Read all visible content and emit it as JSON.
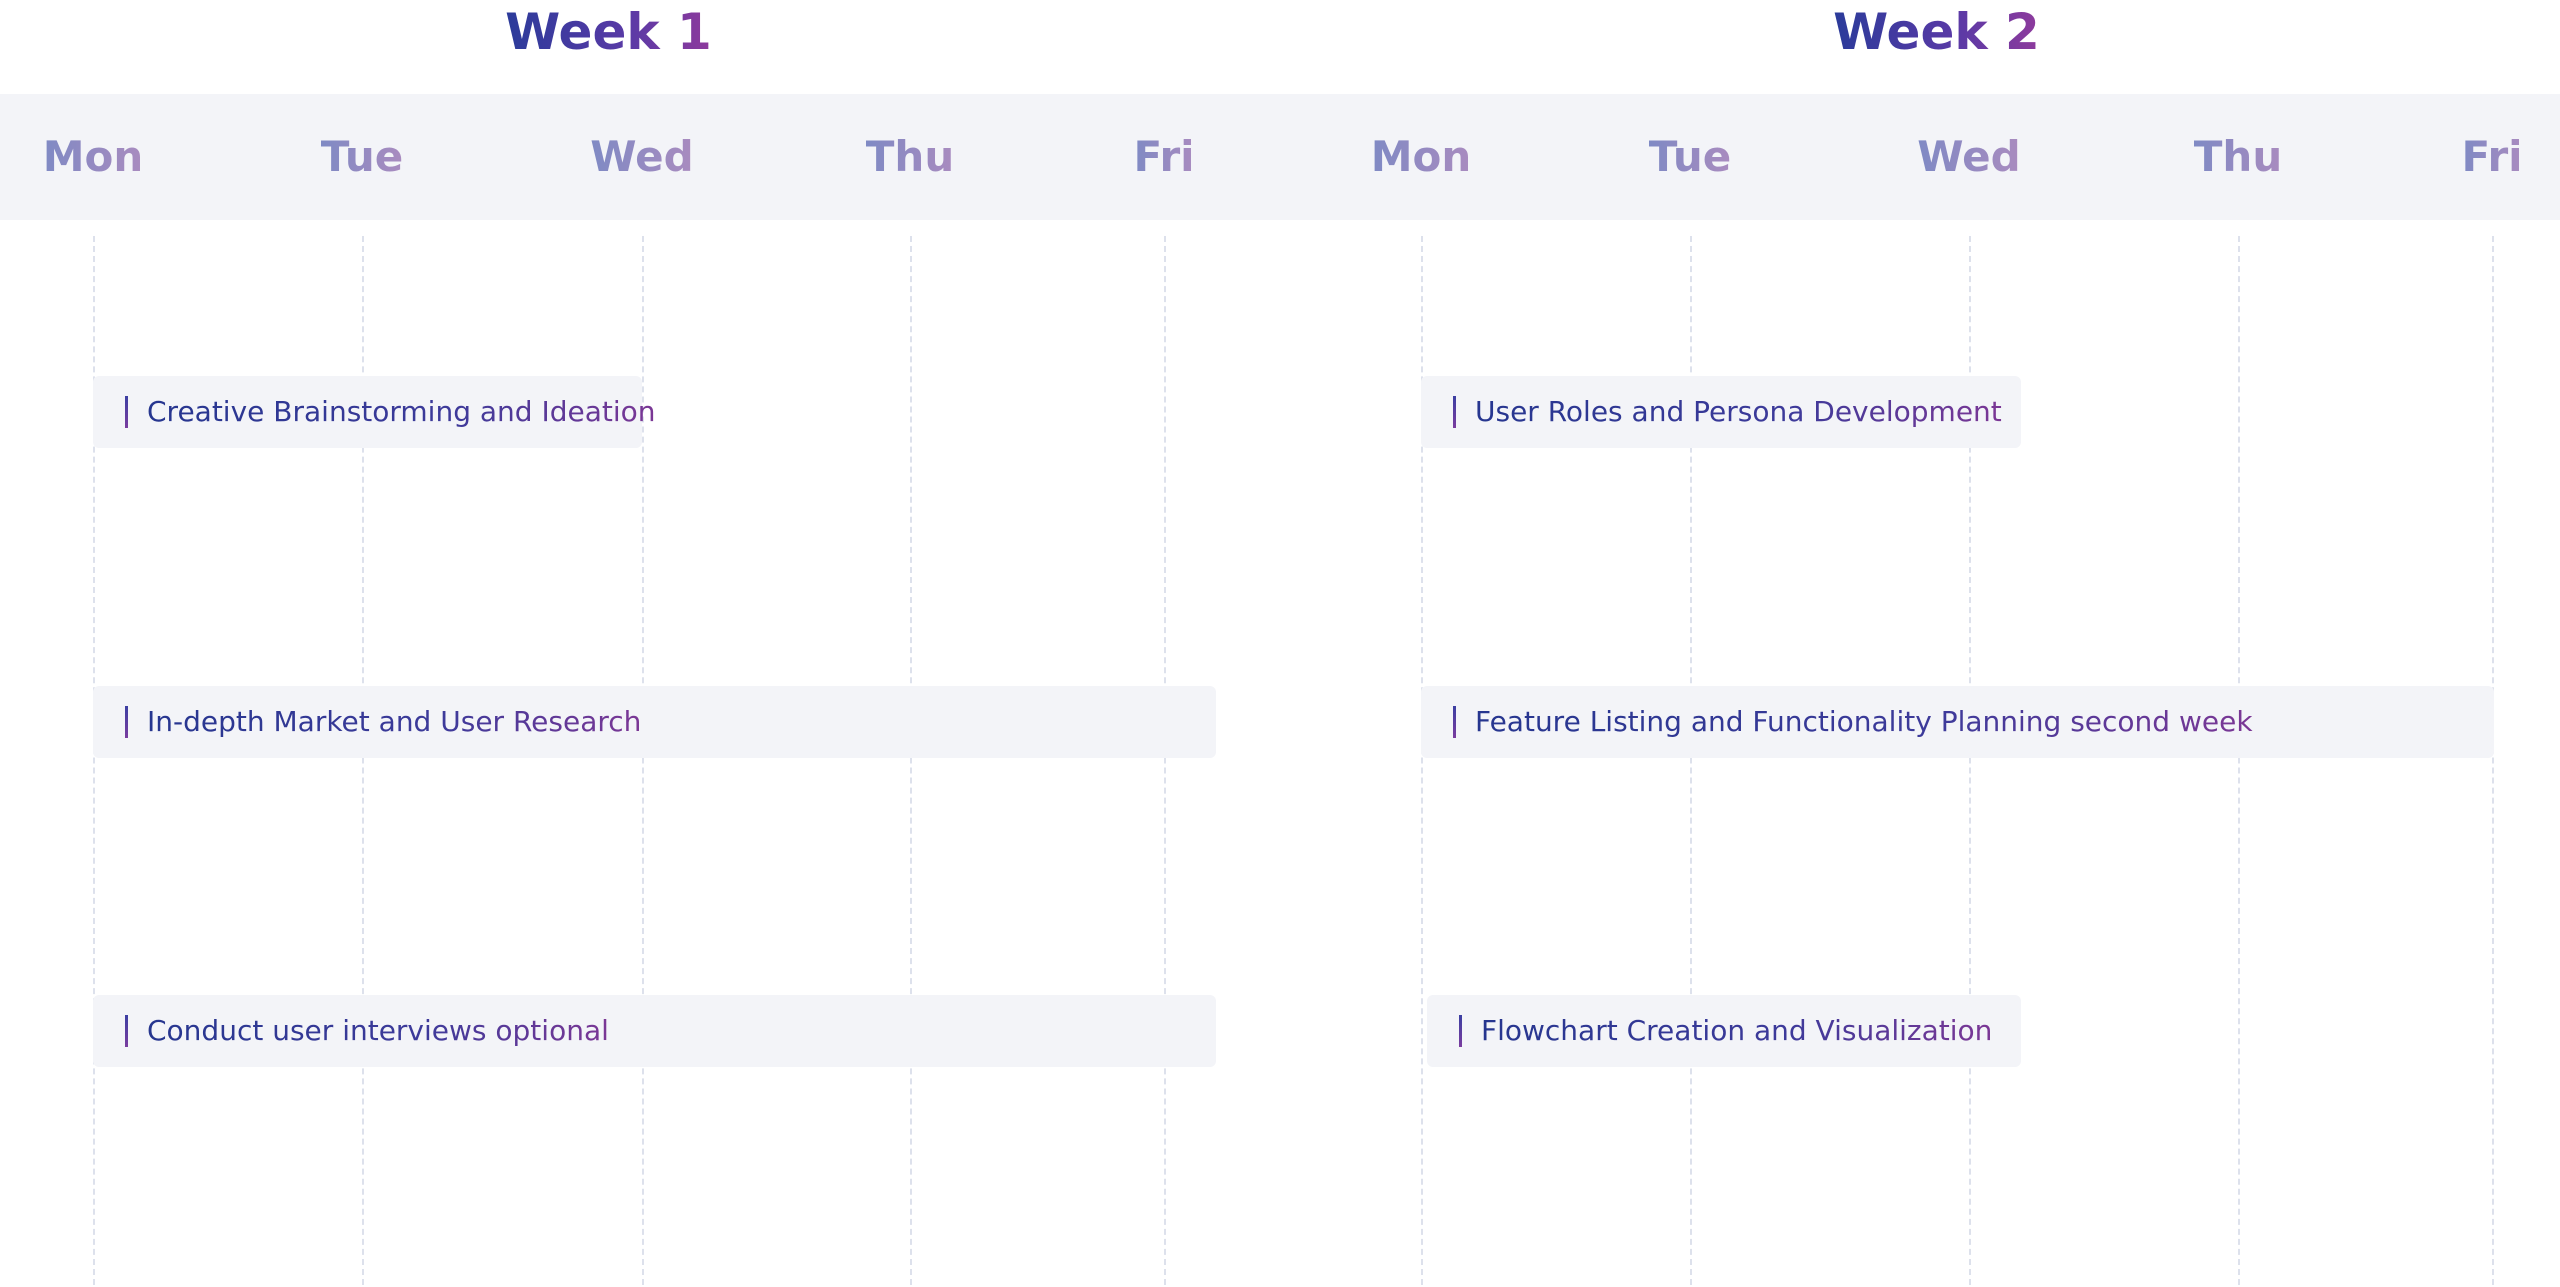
{
  "colors": {
    "title_gradient": [
      "#2b3b9a",
      "#8e3a9c"
    ],
    "day_gradient": [
      "#7f8ac4",
      "#a98bbf"
    ],
    "bar_background": "#f3f4f8",
    "grid_line": "#dde1ec"
  },
  "weeks": [
    {
      "title": "Week 1",
      "days": [
        "Mon",
        "Tue",
        "Wed",
        "Thu",
        "Fri"
      ],
      "tasks": [
        {
          "label": "Creative Brainstorming and Ideation",
          "start_day": "Mon",
          "end_day": "Wed"
        },
        {
          "label": "In-depth Market and User Research",
          "start_day": "Mon",
          "end_day": "Fri"
        },
        {
          "label": "Conduct user interviews optional",
          "start_day": "Mon",
          "end_day": "Fri"
        }
      ]
    },
    {
      "title": "Week 2",
      "days": [
        "Mon",
        "Tue",
        "Wed",
        "Thu",
        "Fri"
      ],
      "tasks": [
        {
          "label": "User Roles and Persona Development",
          "start_day": "Mon",
          "end_day": "Wed"
        },
        {
          "label": "Feature Listing and Functionality Planning second week",
          "start_day": "Mon",
          "end_day": "Fri"
        },
        {
          "label": "Flowchart Creation and Visualization",
          "start_day": "Mon",
          "end_day": "Wed"
        }
      ]
    }
  ]
}
